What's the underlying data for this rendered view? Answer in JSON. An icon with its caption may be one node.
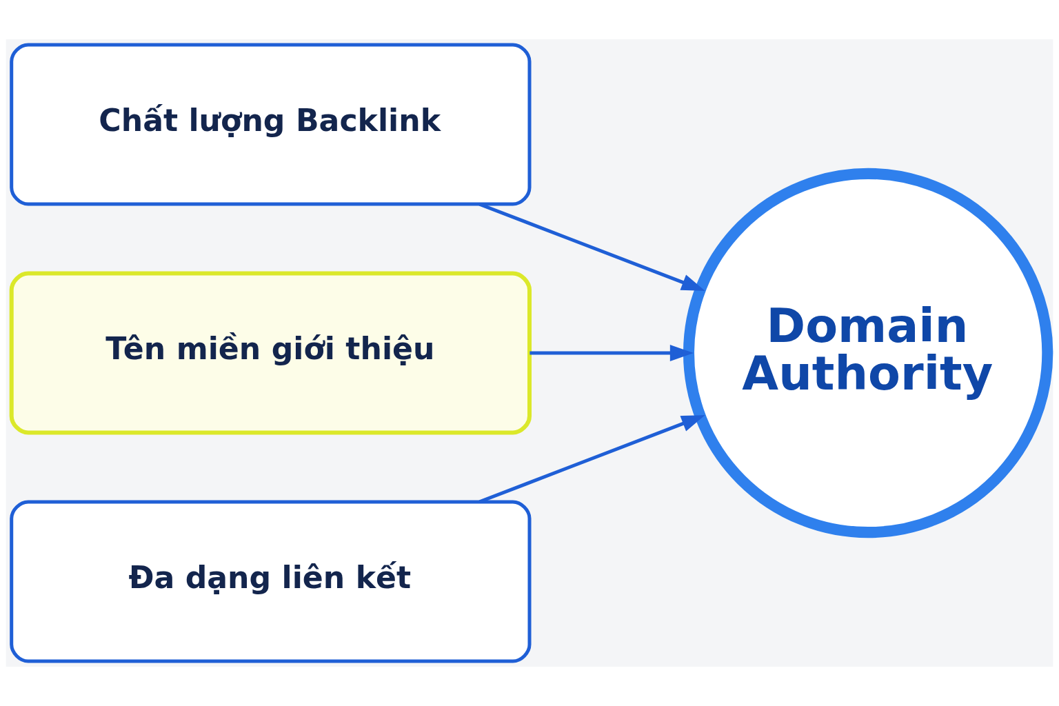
{
  "diagram": {
    "nodes": [
      {
        "text": [
          "Chất lượng Backlink"
        ]
      },
      {
        "text": [
          "Tên miền giới thiệu"
        ]
      },
      {
        "text": [
          "Đa dạng liên kết"
        ]
      },
      {
        "text": [
          "Domain Authority"
        ]
      }
    ],
    "edges": [
      {
        "from": 0,
        "to": 3,
        "arrow": "to"
      },
      {
        "from": 1,
        "to": 3,
        "arrow": "to"
      },
      {
        "from": 2,
        "to": 3,
        "arrow": "to"
      }
    ]
  }
}
